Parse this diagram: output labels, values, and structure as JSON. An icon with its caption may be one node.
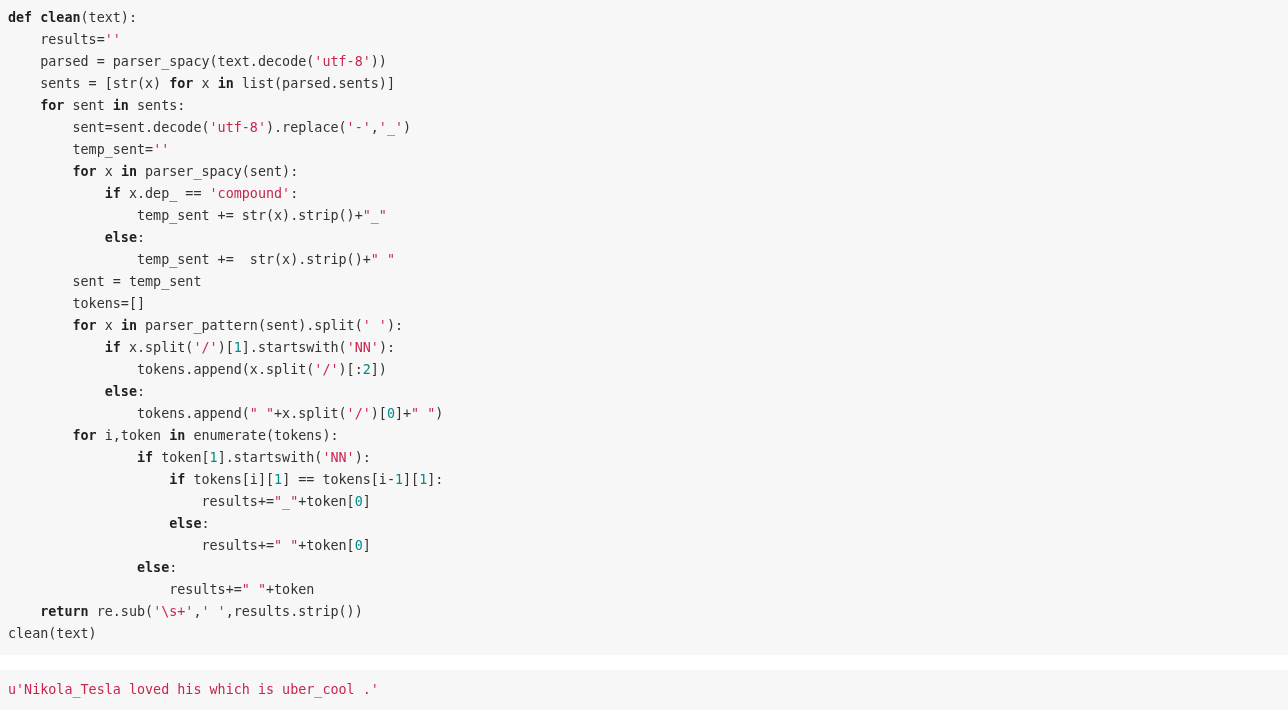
{
  "diagram": {
    "labels": [
      "**def** **clean**(text):",
      "    results=''",
      "    parsed = parser_spacy(text.decode('utf-8'))",
      "    sents = [str(x) **for** x **in** list(parsed.sents)]",
      "    **for** sent **in** sents:",
      "        sent=sent.decode('utf-8').replace('-','_')",
      "        temp_sent=''",
      "        **for** x **in** parser_spacy(sent):",
      "            **if** x.dep_ == 'compound':",
      "                temp_sent += str(x).strip()+\"_\"",
      "            **else**:",
      "                temp_sent +=  str(x).strip()+\" \"",
      "        sent = temp_sent",
      "        tokens=[]",
      "        **for** x **in** parser_pattern(sent).split(' '):",
      "            **if** x.split('/')[1].startswith('NN'):",
      "                tokens.append(x.split('/')[:2])",
      "            **else**:",
      "                tokens.append(\" \"+x.split('/')[0]+\" \")",
      "        **for** i,token **in** enumerate(tokens):",
      "                **if** token[1].startswith('NN'):",
      "                    **if** tokens[i][1] == tokens[i-1][1]:",
      "                        results+=\"_\"+token[0]",
      "                    **else**:",
      "                        results+=\" \"+token[0]",
      "                **else**:",
      "                    results+=\" \"+token",
      "    **return** re.sub('\\s+',' ',results.strip())",
      "clean(text)",
      "u'Nikola_Tesla loved his which is uber_cool .'"
    ]
  }
}
